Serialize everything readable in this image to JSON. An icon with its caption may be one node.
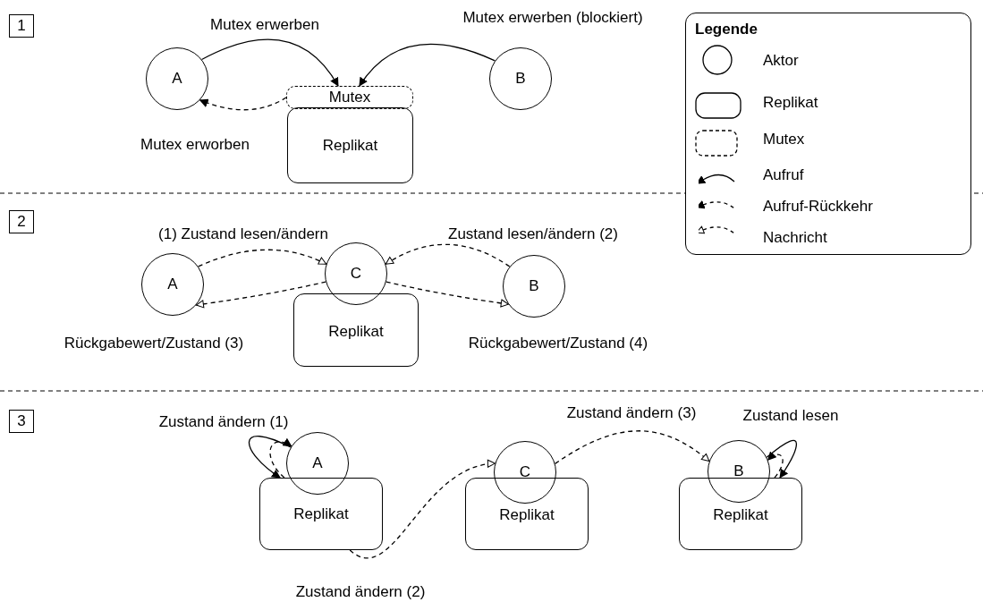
{
  "diagram": {
    "nodes": [
      {
        "text": [
          "1"
        ]
      },
      {
        "text": [
          "A"
        ]
      },
      {
        "text": [
          "Mutex"
        ]
      },
      {
        "text": [
          "Replikat"
        ]
      },
      {
        "text": [
          "B"
        ]
      },
      {
        "text": [
          "2"
        ]
      },
      {
        "text": [
          "A"
        ]
      },
      {
        "text": [
          "C"
        ]
      },
      {
        "text": [
          "Replikat"
        ]
      },
      {
        "text": [
          "B"
        ]
      },
      {
        "text": [
          "3"
        ]
      },
      {
        "text": [
          "A"
        ]
      },
      {
        "text": [
          "Replikat"
        ]
      },
      {
        "text": [
          "C"
        ]
      },
      {
        "text": [
          "Replikat"
        ]
      },
      {
        "text": [
          "B"
        ]
      },
      {
        "text": [
          "Replikat"
        ]
      }
    ],
    "edges": [
      {
        "from": 1,
        "to": 2,
        "arrow": "to",
        "label": "Mutex erwerben"
      },
      {
        "from": 4,
        "to": 2,
        "arrow": "to",
        "label": "Mutex erwerben (blockiert)"
      },
      {
        "from": 2,
        "to": 1,
        "arrow": "to",
        "label": "Mutex erworben",
        "style": "dashed"
      },
      {
        "from": 6,
        "to": 7,
        "arrow": "to",
        "label": "(1) Zustand lesen/ändern",
        "style": "dashed"
      },
      {
        "from": 9,
        "to": 7,
        "arrow": "to",
        "label": "Zustand lesen/ändern (2)",
        "style": "dashed"
      },
      {
        "from": 7,
        "to": 6,
        "arrow": "to",
        "label": "Rückgabewert/Zustand (3)",
        "style": "dashed"
      },
      {
        "from": 7,
        "to": 9,
        "arrow": "to",
        "label": "Rückgabewert/Zustand (4)",
        "style": "dashed"
      },
      {
        "from": 11,
        "to": 12,
        "arrow": "to",
        "label": "Zustand ändern (1)"
      },
      {
        "from": 12,
        "to": 11,
        "arrow": "to",
        "style": "dashed"
      },
      {
        "from": 12,
        "to": 13,
        "arrow": "to",
        "label": "Zustand ändern (2)",
        "style": "dashed"
      },
      {
        "from": 13,
        "to": 15,
        "arrow": "to",
        "label": "Zustand ändern (3)",
        "style": "dashed"
      },
      {
        "from": 15,
        "to": 16,
        "arrow": "to",
        "label": "Zustand lesen"
      },
      {
        "from": 16,
        "to": 15,
        "arrow": "to",
        "style": "dashed"
      }
    ],
    "labels": [
      "Legende"
    ],
    "legend": [
      {
        "text": "Aktor"
      },
      {
        "text": "Replikat"
      },
      {
        "text": "Mutex"
      },
      {
        "text": "Aufruf"
      },
      {
        "text": "Aufruf-Rückkehr"
      },
      {
        "text": "Nachricht"
      }
    ]
  }
}
